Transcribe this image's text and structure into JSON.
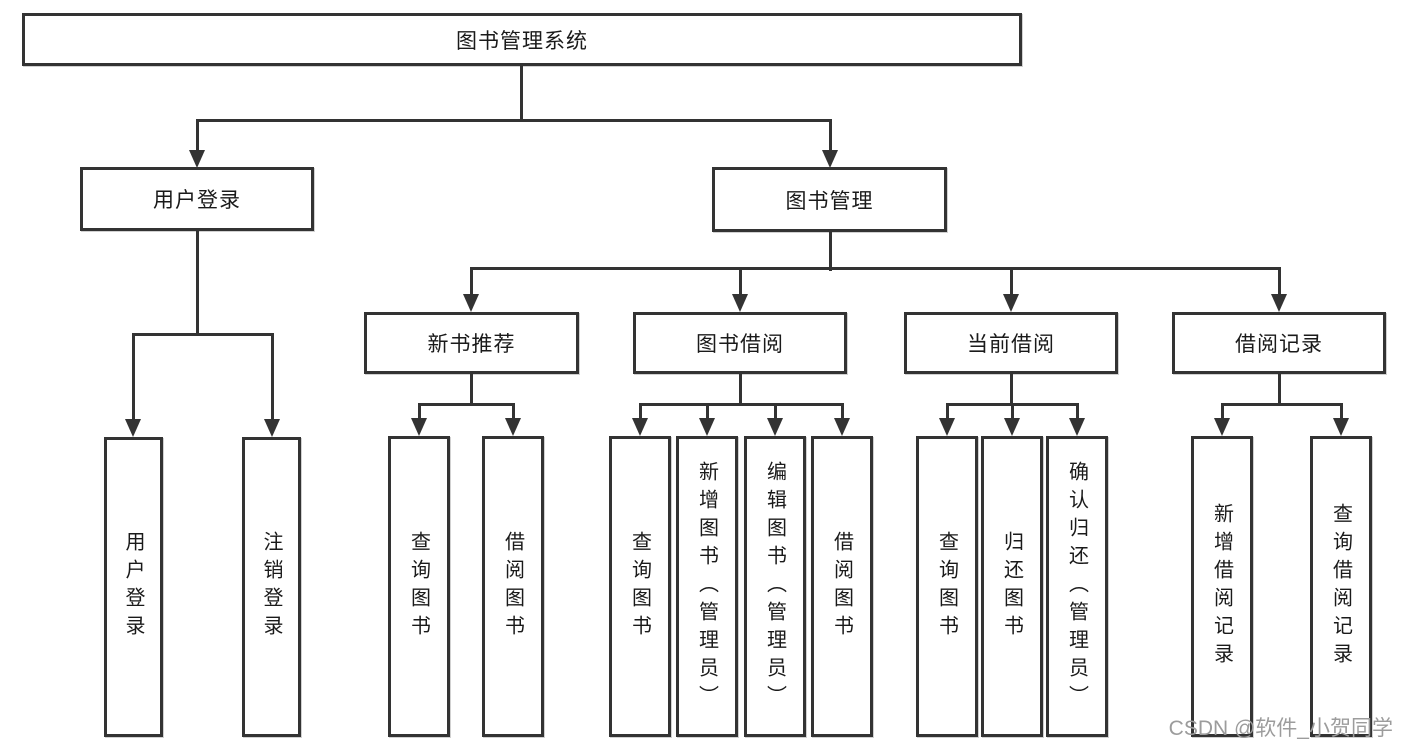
{
  "tree": {
    "root": "图书管理系统",
    "branches": [
      {
        "label": "用户登录",
        "children": [
          "用户登录",
          "注销登录"
        ]
      },
      {
        "label": "图书管理",
        "children": [
          {
            "label": "新书推荐",
            "children": [
              "查询图书",
              "借阅图书"
            ]
          },
          {
            "label": "图书借阅",
            "children": [
              "查询图书",
              "新增图书（管理员）",
              "编辑图书（管理员）",
              "借阅图书"
            ]
          },
          {
            "label": "当前借阅",
            "children": [
              "查询图书",
              "归还图书",
              "确认归还（管理员）"
            ]
          },
          {
            "label": "借阅记录",
            "children": [
              "新增借阅记录",
              "查询借阅记录"
            ]
          }
        ]
      }
    ]
  },
  "watermark": {
    "text": "CSDN @软件_小贺同学"
  },
  "colors": {
    "line": "#333333",
    "text": "#1a1a1a",
    "watermark": "#9c9c9c",
    "background": "#ffffff"
  }
}
